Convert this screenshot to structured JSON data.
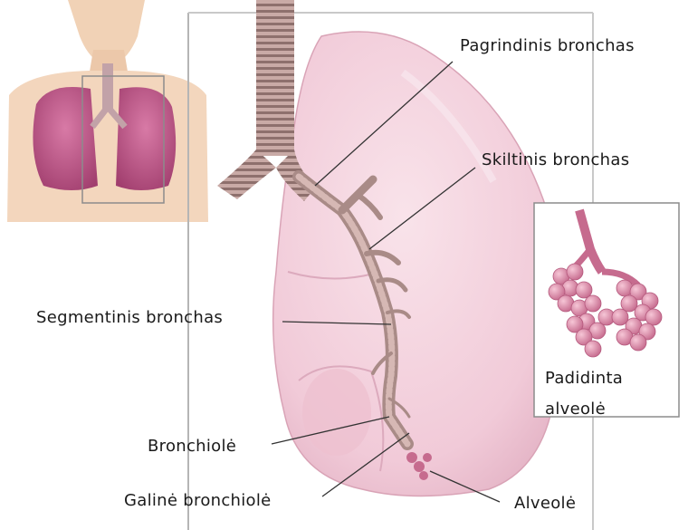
{
  "labels": {
    "main_bronchus": "Pagrindinis bronchas",
    "lobar_bronchus": "Skiltinis bronchas",
    "segmental_bronchus": "Segmentinis bronchas",
    "bronchiole": "Bronchiolė",
    "terminal_bronchiole": "Galinė bronchiolė",
    "alveoli": "Alveolė",
    "enlarged_alveoli_line1": "Padidinta",
    "enlarged_alveoli_line2": "alveolė"
  },
  "colors": {
    "lung_pink": "#f3d3de",
    "lung_shadow": "#e2b4c4",
    "trachea": "#b89a96",
    "alveoli": "#d98aa6",
    "lung_dark": "#b04a7a",
    "skin": "#f2d3b8",
    "leader_line": "#333333"
  }
}
